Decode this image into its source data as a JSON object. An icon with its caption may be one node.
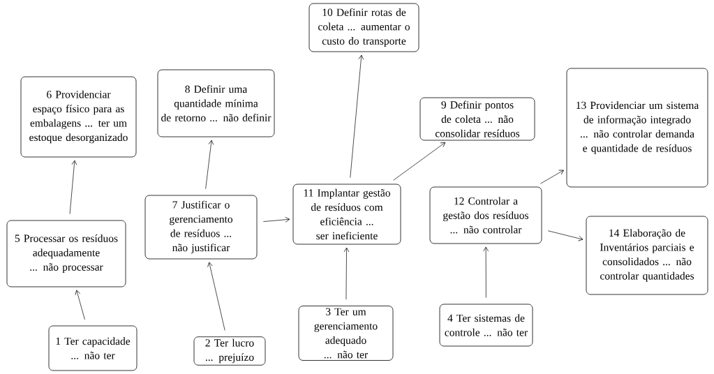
{
  "diagram": {
    "nodes": [
      {
        "text": [
          "1 Ter capacidade ... não ter"
        ]
      },
      {
        "text": [
          "2 Ter lucro ... prejuízo"
        ]
      },
      {
        "text": [
          "3 Ter um gerenciamento adequado ... não ter"
        ]
      },
      {
        "text": [
          "4 Ter sistemas de controle ... não ter"
        ]
      },
      {
        "text": [
          "5 Processar os resíduos adequadamente ... não processar"
        ]
      },
      {
        "text": [
          "6 Providenciar espaço físico para as embalagens ... ter um estoque desorganizado"
        ]
      },
      {
        "text": [
          "7 Justificar o gerenciamento de resíduos ... não justificar"
        ]
      },
      {
        "text": [
          "8 Definir uma quantidade mínima de retorno ... não definir"
        ]
      },
      {
        "text": [
          "9 Definir pontos de coleta ... não consolidar resíduos"
        ]
      },
      {
        "text": [
          "10 Definir rotas de coleta ... aumentar o custo do transporte"
        ]
      },
      {
        "text": [
          "11 Implantar gestão de resíduos com eficiência ... ser ineficiente"
        ]
      },
      {
        "text": [
          "12 Controlar a gestão dos resíduos ... não controlar"
        ]
      },
      {
        "text": [
          "13 Providenciar um sistema de informação integrado ... não controlar demanda e quantidade de resíduos"
        ]
      },
      {
        "text": [
          "14 Elaboração de Inventários parciais e consolidados ... não controlar quantidades"
        ]
      }
    ],
    "edges": [
      {
        "from": 0,
        "to": 4,
        "arrow": "to"
      },
      {
        "from": 4,
        "to": 5,
        "arrow": "to"
      },
      {
        "from": 1,
        "to": 6,
        "arrow": "to"
      },
      {
        "from": 6,
        "to": 7,
        "arrow": "to"
      },
      {
        "from": 6,
        "to": 10,
        "arrow": "to"
      },
      {
        "from": 2,
        "to": 10,
        "arrow": "to"
      },
      {
        "from": 10,
        "to": 9,
        "arrow": "to"
      },
      {
        "from": 10,
        "to": 8,
        "arrow": "to"
      },
      {
        "from": 3,
        "to": 11,
        "arrow": "to"
      },
      {
        "from": 11,
        "to": 12,
        "arrow": "to"
      },
      {
        "from": 11,
        "to": 13,
        "arrow": "to"
      }
    ]
  }
}
